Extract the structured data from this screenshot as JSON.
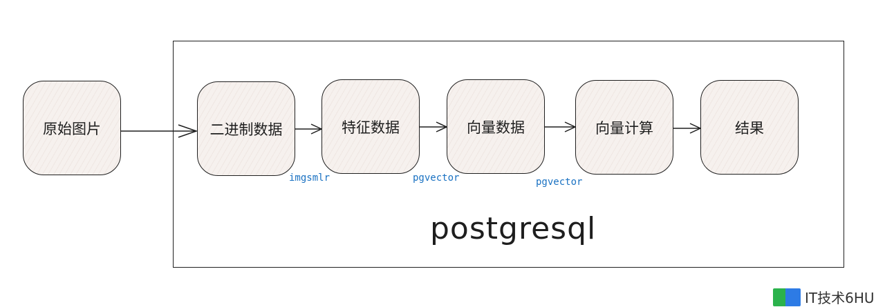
{
  "nodes": [
    "原始图片",
    "二进制数据",
    "特征数据",
    "向量数据",
    "向量计算",
    "结果"
  ],
  "edge_labels": [
    "imgsmlr",
    "pgvector",
    "pgvector"
  ],
  "container_label": "postgresql",
  "watermark": "IT技术6HU"
}
